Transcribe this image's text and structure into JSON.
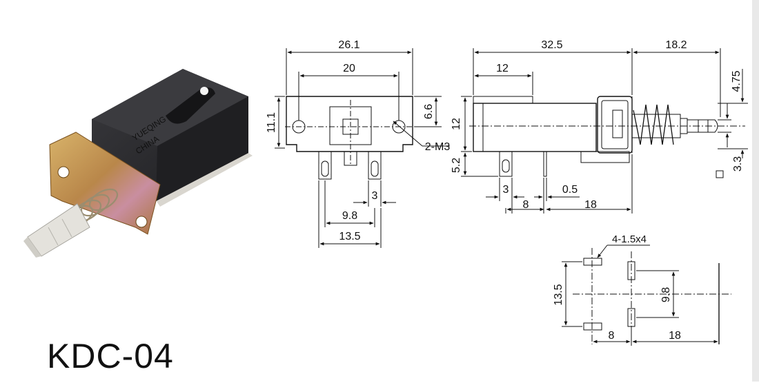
{
  "product": {
    "model": "KDC-04",
    "photo_marking_line1": "YUEQING",
    "photo_marking_line2": "CHINA"
  },
  "front_view": {
    "width_overall": "26.1",
    "mount_hole_spacing": "20",
    "height": "11.1",
    "hole_offset": "6.6",
    "hole_callout": "2-M3",
    "pin_width": "3",
    "pin_spacing_inner": "9.8",
    "pin_spacing_outer": "13.5"
  },
  "side_view": {
    "body_length": "32.5",
    "plunger_length": "18.2",
    "top_step": "12",
    "body_height": "12",
    "plunger_diameter_a": "4.75",
    "plunger_diameter_b": "3.3",
    "pin_length": "5.2",
    "pin_width": "3",
    "terminal_thickness": "0.5",
    "pin_offset_1": "8",
    "pin_offset_2": "18"
  },
  "footprint": {
    "slot_callout": "4-1.5x4",
    "spacing_vertical_outer": "13.5",
    "spacing_vertical_inner": "9.8",
    "spacing_horizontal_1": "8",
    "spacing_horizontal_2": "18"
  },
  "colors": {
    "housing": "#2b2b2e",
    "bracket": "#c99a4a",
    "plunger": "#e6e4df",
    "line": "#111111"
  }
}
